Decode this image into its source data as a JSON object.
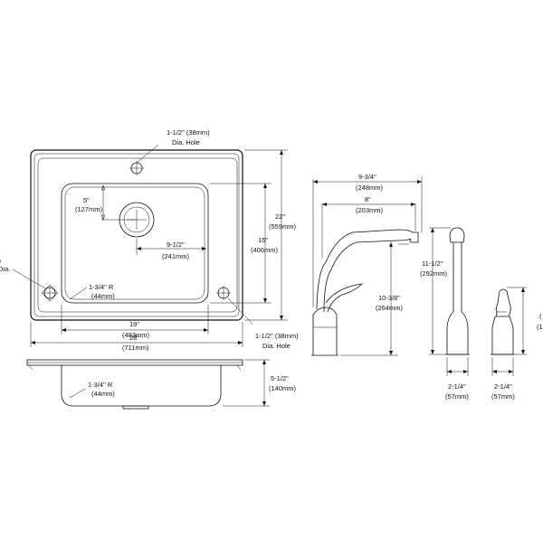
{
  "sink_top_view": {
    "hole_top_label_1": "1-1/2\" (38mm)",
    "hole_top_label_2": "Dia. Hole",
    "left_hole_label_1": "e",
    "left_hole_label_2": "Dia.",
    "bowl_offset_in": "5\"",
    "bowl_offset_mm": "(127mm)",
    "drain_offset_in": "9-1/2\"",
    "drain_offset_mm": "(241mm)",
    "corner_radius_in": "1-3/4\" R",
    "corner_radius_mm": "(44mm)",
    "bowl_width_in": "19\"",
    "bowl_width_mm": "(483mm)",
    "overall_width_in": "28\"",
    "overall_width_mm": "(711mm)",
    "bowl_depth_in": "16\"",
    "bowl_depth_mm": "(406mm)",
    "overall_depth_in": "22\"",
    "overall_depth_mm": "(559mm)",
    "hole_right_label_1": "1-1/2\" (38mm)",
    "hole_right_label_2": "Dia. Hole"
  },
  "sink_side_view": {
    "corner_radius_in": "1-3/4\" R",
    "corner_radius_mm": "(44mm)",
    "bowl_height_in": "5-1/2\"",
    "bowl_height_mm": "(140mm)"
  },
  "faucet": {
    "reach_in": "9-3/4\"",
    "reach_mm": "(248mm)",
    "spout_in": "8\"",
    "spout_mm": "(203mm)",
    "height_in": "10-3/8\"",
    "height_mm": "(264mm)"
  },
  "sprayer": {
    "height_in": "11-1/2\"",
    "height_mm": "(292mm)",
    "base_in": "2-1/4\"",
    "base_mm": "(57mm)"
  },
  "soap_dispenser": {
    "base_in": "2-1/4\"",
    "base_mm": "(57mm)",
    "side_label_1": "(",
    "side_label_2": "(1"
  }
}
